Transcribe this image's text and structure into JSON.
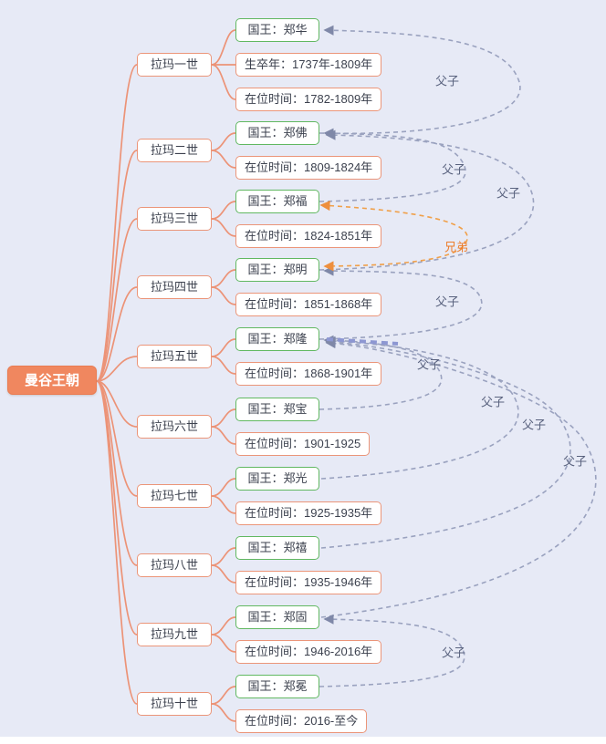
{
  "root": {
    "label": "曼谷王朝"
  },
  "branches": [
    {
      "label": "拉玛一世",
      "children": [
        {
          "kind": "king",
          "text": "国王：郑华"
        },
        {
          "kind": "info",
          "text": "生卒年：1737年-1809年"
        },
        {
          "kind": "info",
          "text": "在位时间：1782-1809年"
        }
      ]
    },
    {
      "label": "拉玛二世",
      "children": [
        {
          "kind": "king",
          "text": "国王：郑佛"
        },
        {
          "kind": "info",
          "text": "在位时间：1809-1824年"
        }
      ]
    },
    {
      "label": "拉玛三世",
      "children": [
        {
          "kind": "king",
          "text": "国王：郑福"
        },
        {
          "kind": "info",
          "text": "在位时间：1824-1851年"
        }
      ]
    },
    {
      "label": "拉玛四世",
      "children": [
        {
          "kind": "king",
          "text": "国王：郑明"
        },
        {
          "kind": "info",
          "text": "在位时间：1851-1868年"
        }
      ]
    },
    {
      "label": "拉玛五世",
      "children": [
        {
          "kind": "king",
          "text": "国王：郑隆"
        },
        {
          "kind": "info",
          "text": "在位时间：1868-1901年"
        }
      ]
    },
    {
      "label": "拉玛六世",
      "children": [
        {
          "kind": "king",
          "text": "国王：郑宝"
        },
        {
          "kind": "info",
          "text": "在位时间：1901-1925"
        }
      ]
    },
    {
      "label": "拉玛七世",
      "children": [
        {
          "kind": "king",
          "text": "国王：郑光"
        },
        {
          "kind": "info",
          "text": "在位时间：1925-1935年"
        }
      ]
    },
    {
      "label": "拉玛八世",
      "children": [
        {
          "kind": "king",
          "text": "国王：郑禧"
        },
        {
          "kind": "info",
          "text": "在位时间：1935-1946年"
        }
      ]
    },
    {
      "label": "拉玛九世",
      "children": [
        {
          "kind": "king",
          "text": "国王：郑固"
        },
        {
          "kind": "info",
          "text": "在位时间：1946-2016年"
        }
      ]
    },
    {
      "label": "拉玛十世",
      "children": [
        {
          "kind": "king",
          "text": "国王：郑冕"
        },
        {
          "kind": "info",
          "text": "在位时间：2016-至今"
        }
      ]
    }
  ],
  "relations": [
    {
      "label": "父子"
    },
    {
      "label": "父子"
    },
    {
      "label": "父子"
    },
    {
      "label": "兄弟"
    },
    {
      "label": "父子"
    },
    {
      "label": "父子"
    },
    {
      "label": "父子"
    },
    {
      "label": "父子"
    },
    {
      "label": "父子"
    },
    {
      "label": "父子"
    }
  ],
  "colors": {
    "canvas_bg": "#e7eaf6",
    "root_bg": "#f0875f",
    "branch_border": "#eb9579",
    "king_border": "#61b861",
    "info_border": "#eb9579",
    "tree_line": "#ec9377",
    "relation_line": "#9aa2bf",
    "relation_text": "#59627e",
    "brother_line": "#f0a04a",
    "brother_text": "#ed7d2b"
  }
}
